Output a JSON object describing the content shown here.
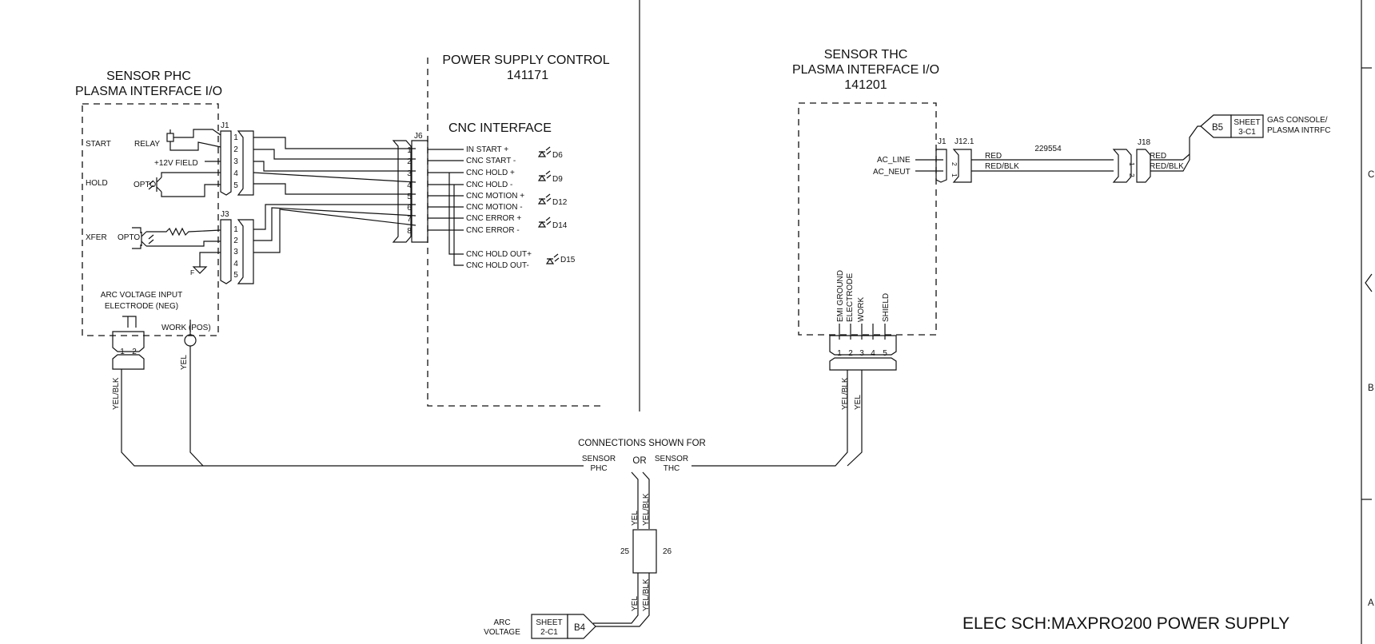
{
  "title": "ELEC SCH:MAXPRO200 POWER SUPPLY",
  "phc": {
    "title1": "SENSOR PHC",
    "title2": "PLASMA INTERFACE I/O",
    "j1": "J1",
    "j3": "J3",
    "start": "START",
    "relay": "RELAY",
    "field": "+12V FIELD",
    "hold": "HOLD",
    "opto1": "OPTO",
    "xfer": "XFER",
    "opto2": "OPTO",
    "ground_f": "F",
    "arc1": "ARC VOLTAGE INPUT",
    "arc2": "ELECTRODE (NEG)",
    "work": "WORK (POS)",
    "pin1": "1",
    "pin2": "2",
    "wire_yelblk": "YEL/BLK",
    "wire_yel": "YEL",
    "j1_pins": [
      "1",
      "2",
      "3",
      "4",
      "5"
    ],
    "j3_pins": [
      "1",
      "2",
      "3",
      "4",
      "5"
    ]
  },
  "psc": {
    "title1": "POWER SUPPLY CONTROL",
    "title2": "141171",
    "cnc": "CNC INTERFACE",
    "j6": "J6",
    "pins": [
      "1",
      "2",
      "3",
      "4",
      "5",
      "6",
      "7",
      "8"
    ],
    "signals": [
      "IN START +",
      "CNC START -",
      "CNC HOLD +",
      "CNC HOLD -",
      "CNC MOTION +",
      "CNC MOTION -",
      "CNC ERROR +",
      "CNC ERROR -"
    ],
    "hold_out1": "CNC HOLD OUT+",
    "hold_out2": "CNC HOLD OUT-",
    "diodes": [
      "D6",
      "D9",
      "D12",
      "D14",
      "D15"
    ]
  },
  "thc": {
    "title1": "SENSOR THC",
    "title2": "PLASMA INTERFACE I/O",
    "title3": "141201",
    "j1": "J1",
    "j121": "J12.1",
    "j18": "J18",
    "cable": "229554",
    "ac_line": "AC_LINE",
    "ac_neut": "AC_NEUT",
    "red": "RED",
    "redblk": "RED/BLK",
    "red2": "RED",
    "redblk2": "RED/BLK",
    "pin2": "2",
    "pin1": "1",
    "bottom_labels": [
      "EMI GROUND",
      "ELECTRODE",
      "WORK",
      "SHIELD"
    ],
    "bottom_pins": [
      "1",
      "2",
      "3",
      "4",
      "5"
    ],
    "wire_yelblk": "YEL/BLK",
    "wire_yel": "YEL"
  },
  "offpage_b5": {
    "ref": "B5",
    "sheet1": "SHEET",
    "sheet2": "3-C1",
    "dest1": "GAS CONSOLE/",
    "dest2": "PLASMA INTRFC"
  },
  "junction": {
    "line1": "CONNECTIONS SHOWN FOR",
    "phc1": "SENSOR",
    "phc2": "PHC",
    "or": "OR",
    "thc1": "SENSOR",
    "thc2": "THC",
    "yel": "YEL",
    "yelblk": "YEL/BLK",
    "n25": "25",
    "n26": "26",
    "yel_b": "YEL",
    "yelblk_b": "YEL/BLK"
  },
  "offpage_b4": {
    "label1": "ARC",
    "label2": "VOLTAGE",
    "sheet1": "SHEET",
    "sheet2": "2-C1",
    "ref": "B4"
  },
  "border": {
    "letters": [
      "C",
      "B",
      "A"
    ]
  }
}
